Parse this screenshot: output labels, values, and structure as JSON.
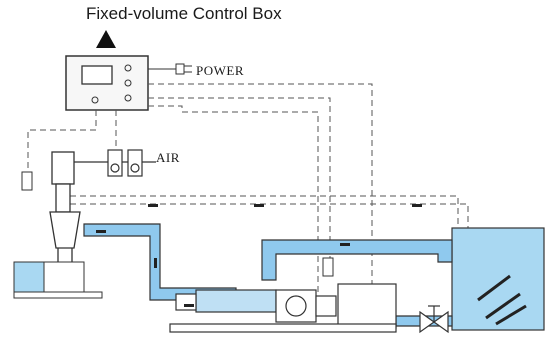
{
  "title": "Fixed-volume Control Box",
  "labels": {
    "power": "POWER",
    "air": "AIR"
  },
  "colors": {
    "pipe_fill": "#8fc9ee",
    "tank_water": "#a9d8f2",
    "line": "#333333",
    "background": "#ffffff"
  },
  "icons": {
    "pointer": "triangle-up-icon",
    "plug": "power-plug-icon",
    "flow": "flow-arrow-icon"
  }
}
